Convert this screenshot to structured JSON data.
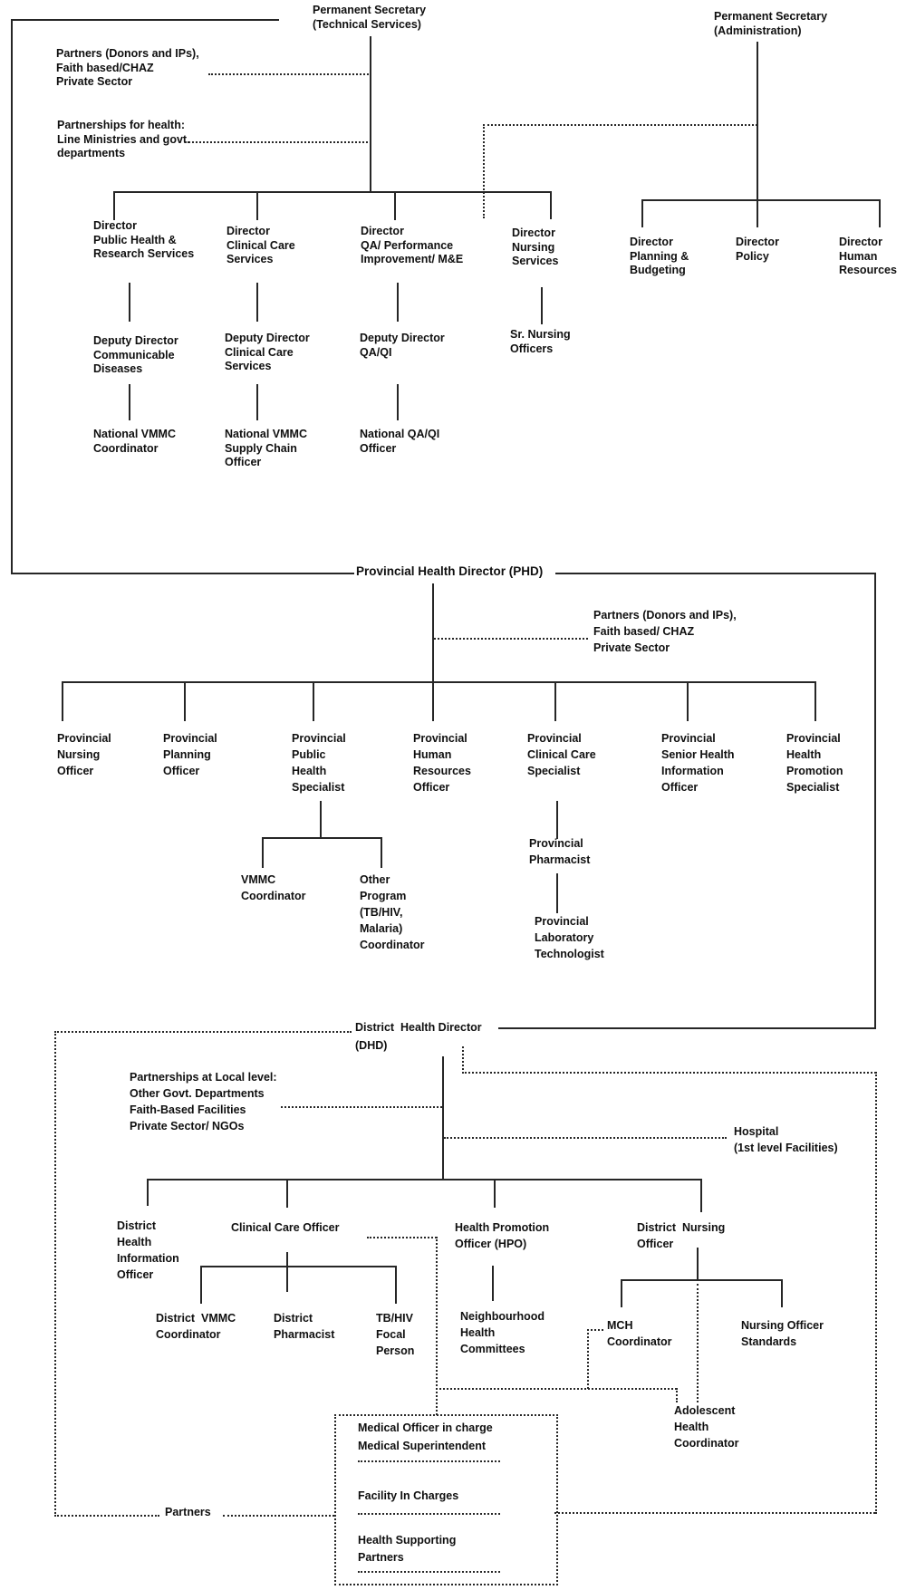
{
  "colors": {
    "line": "#262626",
    "text": "#0f0f0f",
    "background": "#ffffff"
  },
  "nodes": {
    "ps_technical": "Permanent Secretary\n(Technical Services)",
    "ps_admin": "Permanent Secretary\n(Administration)",
    "partners_national": "Partners (Donors and IPs),\nFaith based/CHAZ\nPrivate Sector",
    "partnerships_health": "Partnerships for health:\nLine Ministries and govt.\ndepartments",
    "dir_public_health": "Director\nPublic Health &\nResearch Services",
    "dir_clinical_care": "Director\nClinical Care\nServices",
    "dir_qa": "Director\nQA/ Performance\nImprovement/ M&E",
    "dir_nursing": "Director\nNursing\nServices",
    "dir_planning": "Director\nPlanning &\nBudgeting",
    "dir_policy": "Director\nPolicy",
    "dir_hr": "Director\nHuman\nResources",
    "dd_communicable": "Deputy Director\nCommunicable\nDiseases",
    "dd_clinical": "Deputy Director\nClinical Care\nServices",
    "dd_qaqi": "Deputy Director\nQA/QI",
    "sr_nursing": "Sr. Nursing\nOfficers",
    "nat_vmmc": "National VMMC\nCoordinator",
    "nat_vmmc_supply": "National VMMC\nSupply Chain\nOfficer",
    "nat_qaqi": "National QA/QI\nOfficer",
    "phd": "Provincial Health Director (PHD)",
    "partners_provincial": "Partners (Donors and IPs),\nFaith based/ CHAZ\nPrivate Sector",
    "prov_nursing": "Provincial\nNursing\nOfficer",
    "prov_planning": "Provincial\nPlanning\nOfficer",
    "prov_public_health": "Provincial\nPublic\nHealth\nSpecialist",
    "prov_hr": "Provincial\nHuman\nResources\nOfficer",
    "prov_clinical": "Provincial\nClinical Care\nSpecialist",
    "prov_health_info": "Provincial\nSenior Health\nInformation\nOfficer",
    "prov_health_promo": "Provincial\nHealth\nPromotion\nSpecialist",
    "vmmc_coord": "VMMC\nCoordinator",
    "other_program": "Other\nProgram\n(TB/HIV,\nMalaria)\nCoordinator",
    "prov_pharmacist": "Provincial\nPharmacist",
    "prov_lab": "Provincial\nLaboratory\nTechnologist",
    "dhd": "District  Health Director\n(DHD)",
    "partnerships_local": "Partnerships at Local level:\nOther Govt. Departments\nFaith-Based Facilities\nPrivate Sector/ NGOs",
    "hospital": "Hospital\n(1st level Facilities)",
    "dhio": "District\nHealth\nInformation\nOfficer",
    "cco": "Clinical Care Officer",
    "hpo": "Health Promotion\nOfficer (HPO)",
    "dno": "District  Nursing\nOfficer",
    "district_vmmc": "District  VMMC\nCoordinator",
    "district_pharmacist": "District\nPharmacist",
    "tbhiv": "TB/HIV\nFocal\nPerson",
    "neighbourhood": "Neighbourhood\nHealth\nCommittees",
    "mch": "MCH\nCoordinator",
    "nursing_standards": "Nursing Officer\nStandards",
    "adolescent": "Adolescent\nHealth\nCoordinator",
    "medical_officer": "Medical Officer in charge\nMedical Superintendent",
    "facility_in_charges": "Facility In Charges",
    "health_supporting": "Health Supporting\nPartners",
    "partners_bottom": "Partners"
  }
}
